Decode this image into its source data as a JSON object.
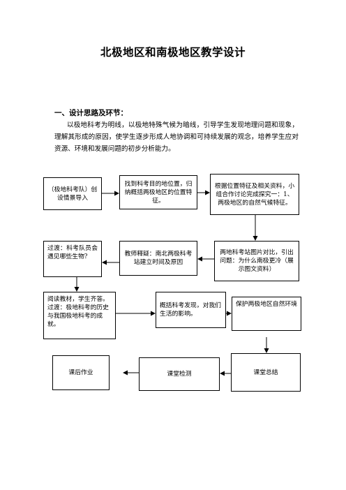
{
  "title": "北极地区和南极地区教学设计",
  "section_heading": "一、设计思路及环节：",
  "intro": "以极地科考为明线，以极地特殊气候为暗线，引导学生发现地理问题和现象，理解其形成的原因，使学生逐步形成人地协调和可持续发展的观念，培养学生应对资源、环境和发展问题的初步分析能力。",
  "flow": {
    "b1": "（极地科考队）创设情景导入",
    "b2": "找到科考目的地位置，归纳概括两极地区的位置特征。",
    "b3": "根据位置特征及相关资料，小组合作讨论完成探究一：1、两极地区的自然气候特征。",
    "b4": "两地科考站图片对比，引出问题：为什么南极更冷（展示图文资料）",
    "b5": "教师释疑：南北两极科考站建立时间及原因",
    "b6": "过渡：科考队员会遇见哪些生物?",
    "b7": "阅读教材，学生齐答。过渡：极地科考的历史与我国极地科考的成就。",
    "b8": "概括科考发现，对我们生活的影响。",
    "b9": "保护两极地区自然环境",
    "b10": "课堂总结",
    "b11": "课堂检测",
    "b12": "课后作业"
  }
}
